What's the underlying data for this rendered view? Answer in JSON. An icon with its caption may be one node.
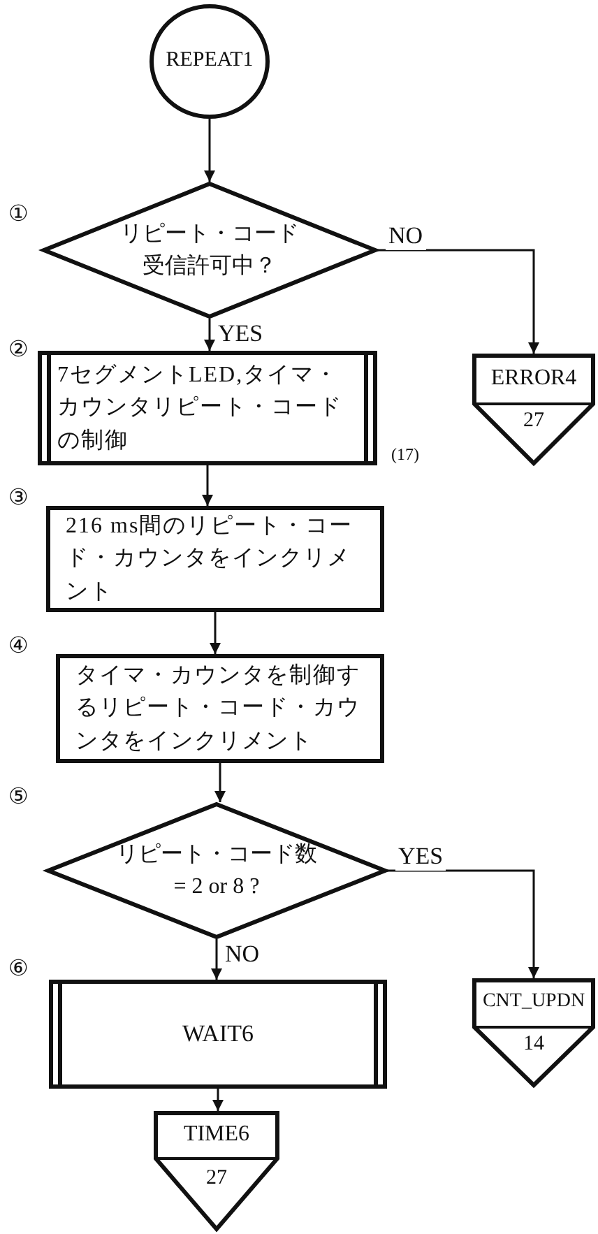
{
  "diagram": {
    "nodes": [
      {
        "text": [
          "REPEAT1"
        ]
      },
      {
        "text": [
          "リピート・コード受信許可中？"
        ],
        "beside": [
          "①"
        ]
      },
      {
        "text": [
          "7セグメントLED,タイマ・カウンタリピート・コードの制御"
        ],
        "beside": [
          "②",
          "(17)"
        ]
      },
      {
        "text": [
          "216 ms間のリピート・コード・カウンタをインクリメント"
        ],
        "beside": [
          "③"
        ]
      },
      {
        "text": [
          "タイマ・カウンタを制御するリピート・コード・カウンタをインクリメント"
        ],
        "beside": [
          "④"
        ]
      },
      {
        "text": [
          "リピート・コード数 = 2 or 8 ?"
        ],
        "beside": [
          "⑤"
        ]
      },
      {
        "text": [
          "WAIT6"
        ],
        "beside": [
          "⑥"
        ]
      },
      {
        "text": [
          "TIME6",
          "27"
        ]
      },
      {
        "text": [
          "ERROR4",
          "27"
        ]
      },
      {
        "text": [
          "CNT_UPDN",
          "14"
        ]
      }
    ],
    "edges": [
      {
        "from": 0,
        "to": 1,
        "arrow": "to"
      },
      {
        "from": 1,
        "to": 2,
        "arrow": "to",
        "label": "YES"
      },
      {
        "from": 1,
        "to": 8,
        "arrow": "to",
        "label": "NO"
      },
      {
        "from": 2,
        "to": 3,
        "arrow": "to"
      },
      {
        "from": 3,
        "to": 4,
        "arrow": "to"
      },
      {
        "from": 4,
        "to": 5,
        "arrow": "to"
      },
      {
        "from": 5,
        "to": 9,
        "arrow": "to",
        "label": "YES"
      },
      {
        "from": 5,
        "to": 6,
        "arrow": "to",
        "label": "NO"
      },
      {
        "from": 6,
        "to": 7,
        "arrow": "to"
      }
    ]
  }
}
